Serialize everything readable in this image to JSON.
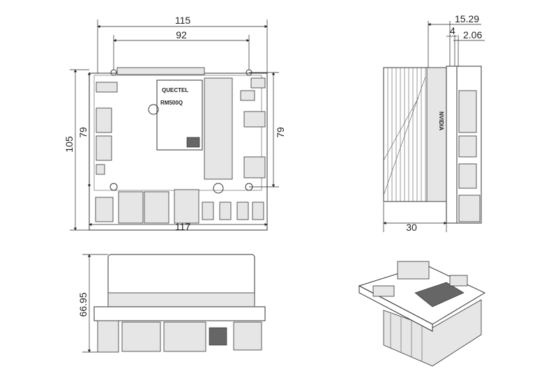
{
  "top_view": {
    "dimensions": {
      "width_outer": "115",
      "hole_spacing_x": "92",
      "height_outer": "105",
      "hole_spacing_y_left": "79",
      "hole_spacing_y_right": "79",
      "board_width": "117"
    },
    "module_brand": "QUECTEL",
    "module_model": "RM500Q"
  },
  "side_view": {
    "dimensions": {
      "total": "15.29",
      "offset": "4",
      "board_thickness": "2.06",
      "heatsink_depth": "30"
    },
    "brand": "NVIDIA"
  },
  "front_view": {
    "dimensions": {
      "height": "66.95"
    }
  }
}
